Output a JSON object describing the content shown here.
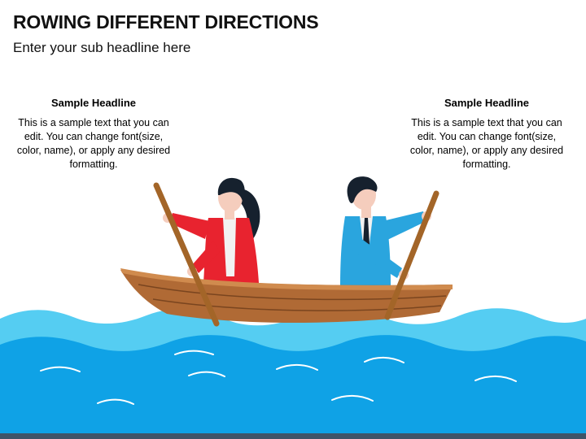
{
  "slide": {
    "title": "ROWING DIFFERENT DIRECTIONS",
    "subtitle": "Enter your sub headline here"
  },
  "left_block": {
    "headline": "Sample Headline",
    "body": "This is a sample text that you can edit. You can change font(size, color, name), or apply any desired formatting."
  },
  "right_block": {
    "headline": "Sample Headline",
    "body": "This is a sample text that you can edit. You can change font(size, color, name), or apply any desired formatting."
  },
  "colors": {
    "woman_jacket": "#e8232f",
    "man_jacket": "#2aa5de",
    "hair": "#16212e",
    "skin": "#f5cdbd",
    "boat": "#b06a35",
    "water_light": "#55cdf2",
    "water_dark": "#0fa2e6",
    "footer_bar": "#3f5468"
  }
}
